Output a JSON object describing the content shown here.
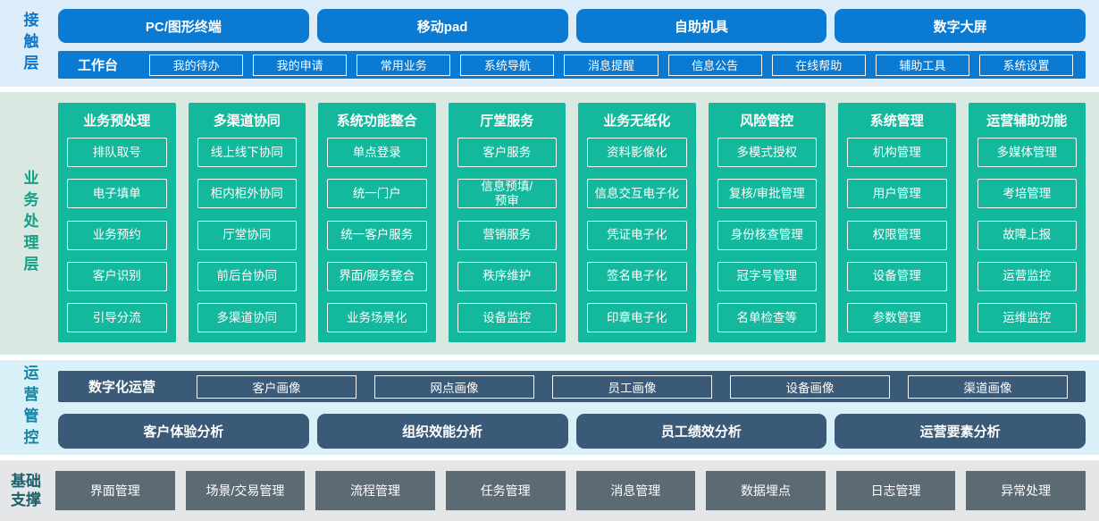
{
  "colors": {
    "channel_blue": "#0a7ad2",
    "business_green": "#14b89c",
    "operations_slate_blue": "#3b5a78",
    "foundation_gray": "#5c6a73",
    "band_contact_bg": "#dcecf9",
    "band_business_bg": "#d9e8e1",
    "band_operations_bg": "#daf0f8",
    "band_foundation_bg": "#e4e6e8"
  },
  "layers": {
    "contact": {
      "label": "接触层",
      "channels": [
        "PC/图形终端",
        "移动pad",
        "自助机具",
        "数字大屏"
      ],
      "workbench": {
        "label": "工作台",
        "items": [
          "我的待办",
          "我的申请",
          "常用业务",
          "系统导航",
          "消息提醒",
          "信息公告",
          "在线帮助",
          "辅助工具",
          "系统设置"
        ]
      }
    },
    "business": {
      "label": "业务处理层",
      "columns": [
        {
          "title": "业务预处理",
          "items": [
            "排队取号",
            "电子填单",
            "业务预约",
            "客户识别",
            "引导分流"
          ]
        },
        {
          "title": "多渠道协同",
          "items": [
            "线上线下协同",
            "柜内柜外协同",
            "厅堂协同",
            "前后台协同",
            "多渠道协同"
          ]
        },
        {
          "title": "系统功能整合",
          "items": [
            "单点登录",
            "统一门户",
            "统一客户服务",
            "界面/服务整合",
            "业务场景化"
          ]
        },
        {
          "title": "厅堂服务",
          "items": [
            "客户服务",
            "信息预填/\n预审",
            "营销服务",
            "秩序维护",
            "设备监控"
          ]
        },
        {
          "title": "业务无纸化",
          "items": [
            "资料影像化",
            "信息交互电子化",
            "凭证电子化",
            "签名电子化",
            "印章电子化"
          ]
        },
        {
          "title": "风险管控",
          "items": [
            "多模式授权",
            "复核/审批管理",
            "身份核查管理",
            "冠字号管理",
            "名单检查等"
          ]
        },
        {
          "title": "系统管理",
          "items": [
            "机构管理",
            "用户管理",
            "权限管理",
            "设备管理",
            "参数管理"
          ]
        },
        {
          "title": "运营辅助功能",
          "items": [
            "多媒体管理",
            "考培管理",
            "故障上报",
            "运营监控",
            "运维监控"
          ]
        }
      ]
    },
    "operations": {
      "label": "运营管控",
      "digital": {
        "label": "数字化运营",
        "items": [
          "客户画像",
          "网点画像",
          "员工画像",
          "设备画像",
          "渠道画像"
        ]
      },
      "analysis": [
        "客户体验分析",
        "组织效能分析",
        "员工绩效分析",
        "运营要素分析"
      ]
    },
    "foundation": {
      "label": "基础支撑",
      "items": [
        "界面管理",
        "场景/交易管理",
        "流程管理",
        "任务管理",
        "消息管理",
        "数据埋点",
        "日志管理",
        "异常处理"
      ]
    }
  }
}
